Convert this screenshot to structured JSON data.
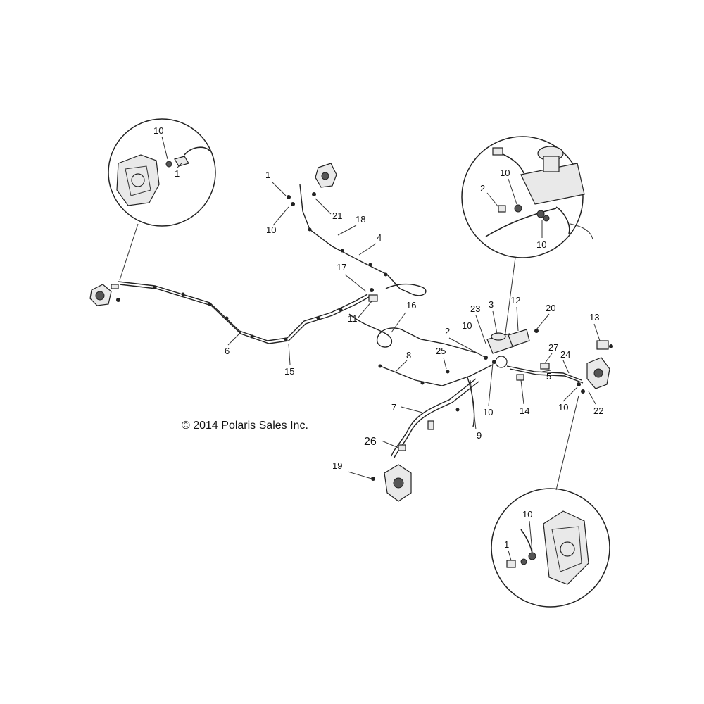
{
  "copyright": "© 2014 Polaris Sales Inc.",
  "callouts": {
    "n1": "1",
    "n2": "2",
    "n3": "3",
    "n4": "4",
    "n5": "5",
    "n6": "6",
    "n7": "7",
    "n8": "8",
    "n9": "9",
    "n10": "10",
    "n11": "11",
    "n12": "12",
    "n13": "13",
    "n14": "14",
    "n15": "15",
    "n16": "16",
    "n17": "17",
    "n18": "18",
    "n19": "19",
    "n20": "20",
    "n21": "21",
    "n22": "22",
    "n23": "23",
    "n24": "24",
    "n25": "25",
    "n26": "26",
    "n27": "27"
  }
}
